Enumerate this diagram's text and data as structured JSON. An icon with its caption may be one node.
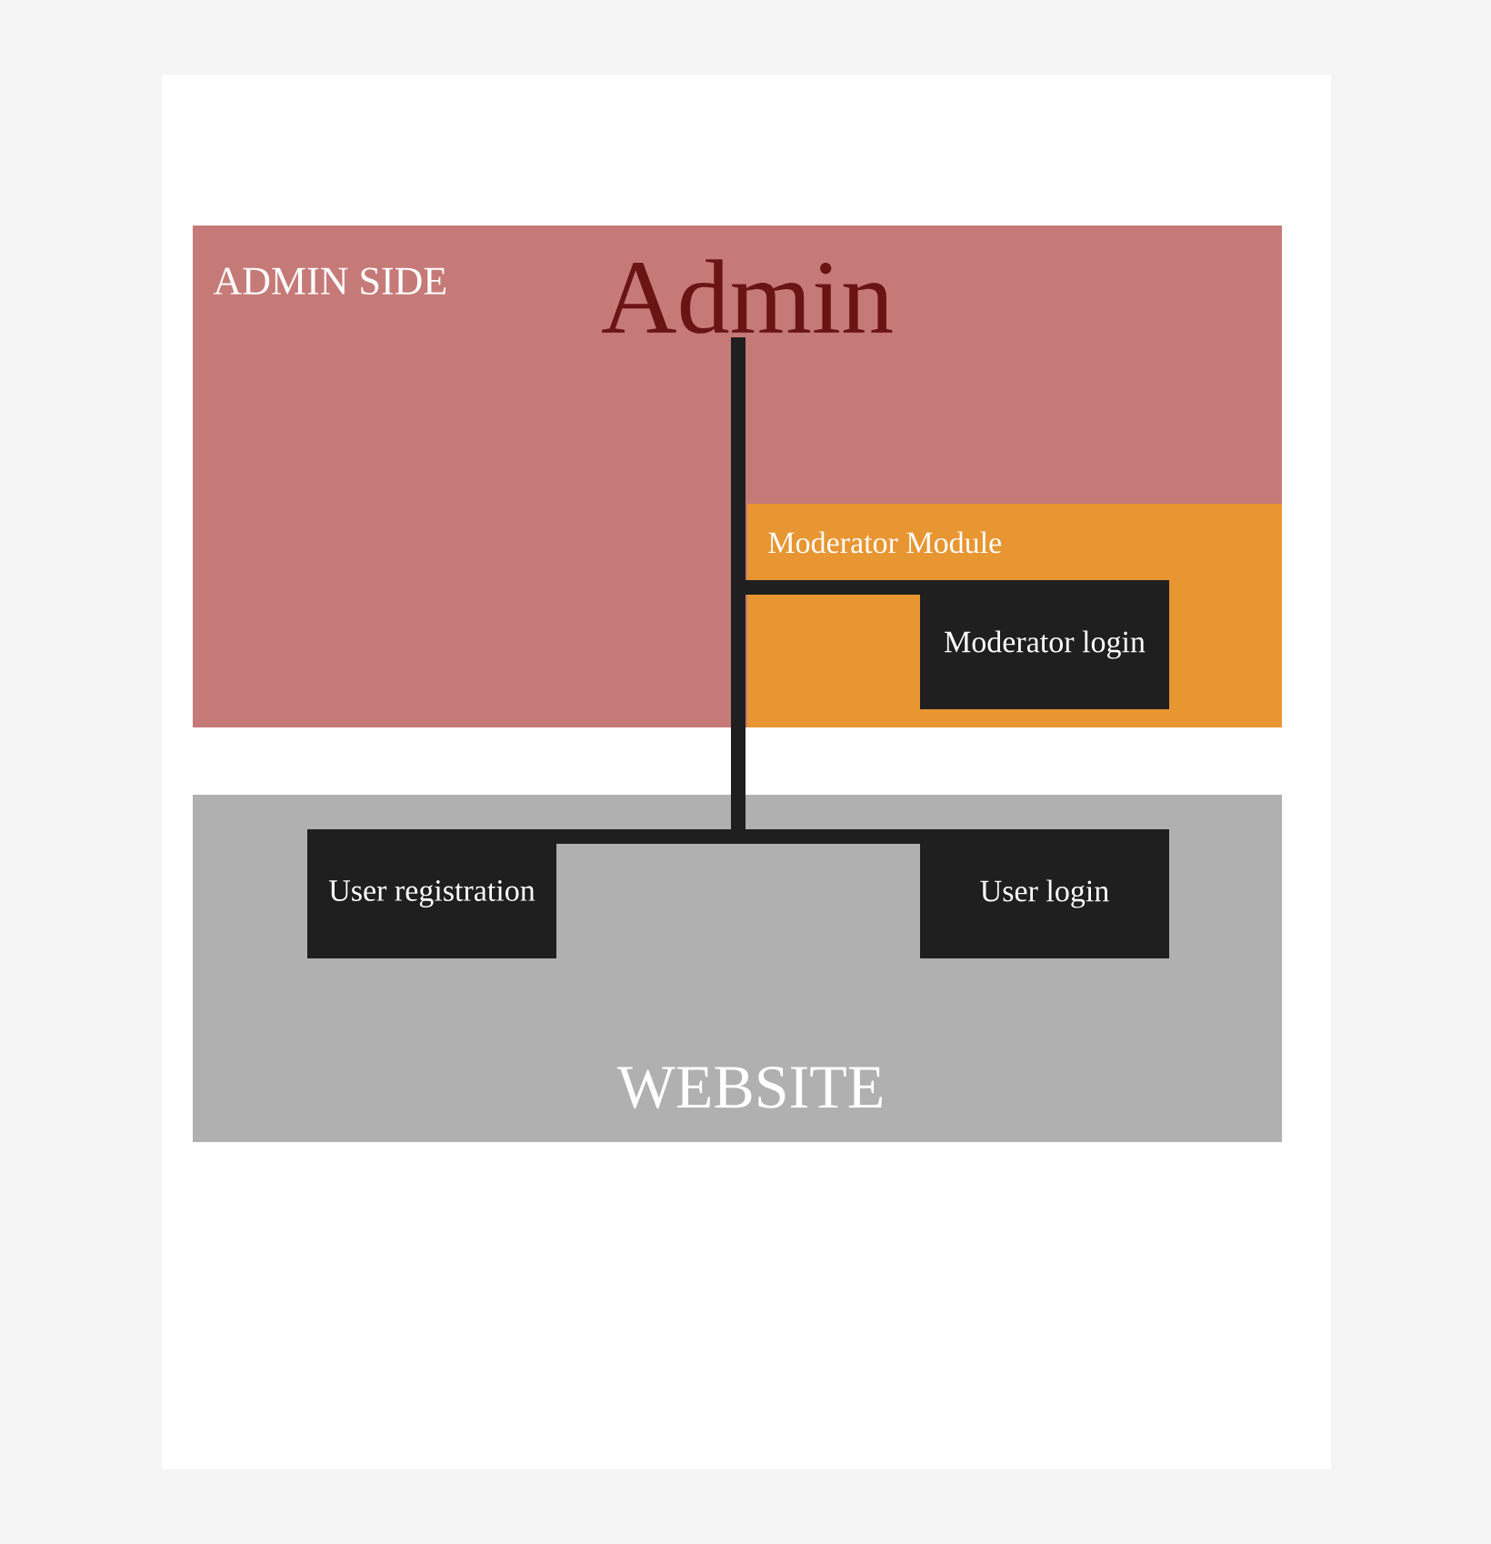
{
  "diagram": {
    "nodes": [
      {
        "text": [
          "ADMIN SIDE"
        ]
      },
      {
        "text": [
          "Admin"
        ],
        "in": 0
      },
      {
        "text": [
          "Moderator Module"
        ],
        "in": 0
      },
      {
        "text": [
          "Moderator login"
        ],
        "in": 2
      },
      {
        "text": [
          "WEBSITE"
        ]
      },
      {
        "text": [
          "User registration"
        ],
        "in": 4
      },
      {
        "text": [
          "User login"
        ],
        "in": 4
      }
    ],
    "edges": [
      {
        "from": 1,
        "to": 3,
        "arrow": "none"
      },
      {
        "from": 1,
        "to": 5,
        "arrow": "none"
      },
      {
        "from": 1,
        "to": 6,
        "arrow": "none"
      }
    ]
  }
}
